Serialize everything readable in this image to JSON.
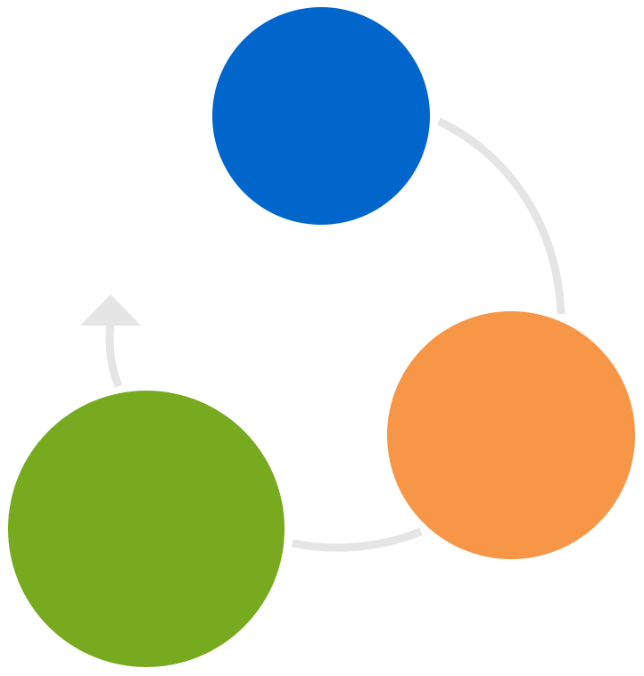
{
  "diagram": {
    "type": "cycle",
    "node_colors": {
      "blue": "#0066CC",
      "orange": "#F79646",
      "green": "#77AA1F"
    },
    "connector_color": "#E5E5E5",
    "arrow_direction": "up",
    "nodes": [
      {
        "id": "blue-node",
        "color_key": "blue"
      },
      {
        "id": "orange-node",
        "color_key": "orange"
      },
      {
        "id": "green-node",
        "color_key": "green"
      }
    ]
  }
}
